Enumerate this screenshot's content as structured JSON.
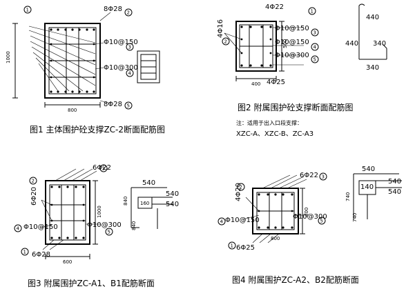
{
  "fig1": {
    "caption": "图1  主体围护砼支撑ZC-2断面配筋图",
    "labels": [
      "8Φ28",
      "8Φ28",
      "Φ10@150",
      "Φ10@300"
    ],
    "markers": [
      "1",
      "2",
      "3",
      "4",
      "5"
    ],
    "dims": [
      "800",
      "1000"
    ]
  },
  "fig2": {
    "caption": "图2  附属围护砼支撑断面配筋图",
    "labels": [
      "4Φ22",
      "4Φ16",
      "Φ10@150",
      "Φ10@150",
      "Φ10@300",
      "4Φ25"
    ],
    "markers": [
      "1",
      "2",
      "3",
      "4",
      "5"
    ],
    "dims": [
      "400",
      "500"
    ],
    "stirrup_dims": [
      "440",
      "440",
      "340",
      "340"
    ],
    "note_line1": "注：适用于出入口段支撑：",
    "note_line2": "XZC-A、XZC-B、ZC-A3"
  },
  "fig3": {
    "caption": "图3  附属围护ZC-A1、B1配筋断面",
    "labels": [
      "6Φ20",
      "6Φ22",
      "Φ10@150",
      "Φ10@300",
      "6Φ28"
    ],
    "markers": [
      "1",
      "2",
      "3",
      "4",
      "5"
    ],
    "dims": [
      "600",
      "1000"
    ],
    "stirrup_dims": [
      "540",
      "540",
      "540",
      "840",
      "160",
      "840"
    ]
  },
  "fig4": {
    "caption": "图4  附属围护ZC-A2、B2配筋断面",
    "labels": [
      "6Φ22",
      "4Φ20",
      "Φ10@150",
      "Φ10@300",
      "6Φ25"
    ],
    "markers": [
      "1",
      "2",
      "3",
      "4",
      "5"
    ],
    "dims": [
      "800",
      "800"
    ],
    "stirrup_dims": [
      "540",
      "540",
      "540",
      "140",
      "740",
      "740"
    ]
  }
}
